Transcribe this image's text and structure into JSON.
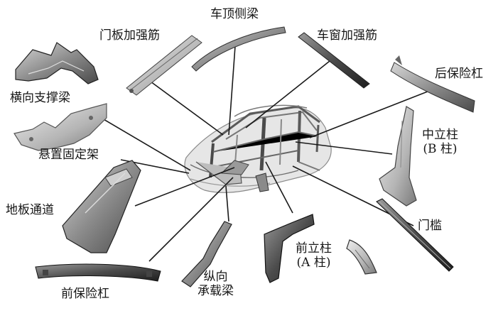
{
  "labels": {
    "door_reinforcement": "门板加强筋",
    "roof_side_rail": "车顶侧梁",
    "window_reinforcement": "车窗加强筋",
    "rear_bumper": "后保险杠",
    "cross_support_beam": "横向支撑梁",
    "b_pillar_line1": "中立柱",
    "b_pillar_line2": "(B 柱)",
    "suspension_bracket": "悬置固定架",
    "floor_tunnel": "地板通道",
    "door_sill": "门槛",
    "a_pillar_line1": "前立柱",
    "a_pillar_line2": "(A 柱)",
    "longitudinal_beam_line1": "纵向",
    "longitudinal_beam_line2": "承载梁",
    "front_bumper": "前保险杠"
  }
}
